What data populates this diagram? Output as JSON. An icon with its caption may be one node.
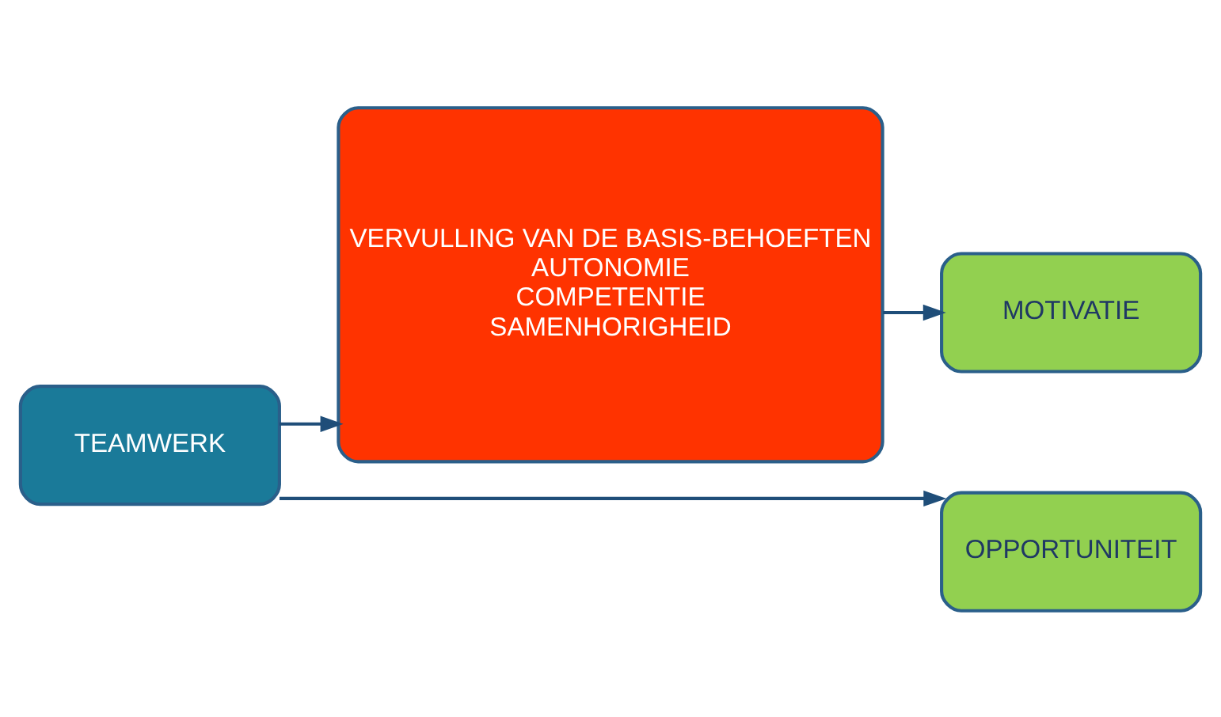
{
  "diagram": {
    "nodes": [
      {
        "text": [
          "TEAMWERK"
        ]
      },
      {
        "text": [
          "VERVULLING VAN DE BASIS-BEHOEFTEN",
          "AUTONOMIE",
          "COMPETENTIE",
          "SAMENHORIGHEID"
        ]
      },
      {
        "text": [
          "MOTIVATIE"
        ]
      },
      {
        "text": [
          "OPPORTUNITEIT"
        ]
      }
    ],
    "edges": [
      {
        "from": 0,
        "to": 1,
        "arrow": "to"
      },
      {
        "from": 1,
        "to": 2,
        "arrow": "to"
      },
      {
        "from": 0,
        "to": 3,
        "arrow": "to"
      }
    ]
  }
}
